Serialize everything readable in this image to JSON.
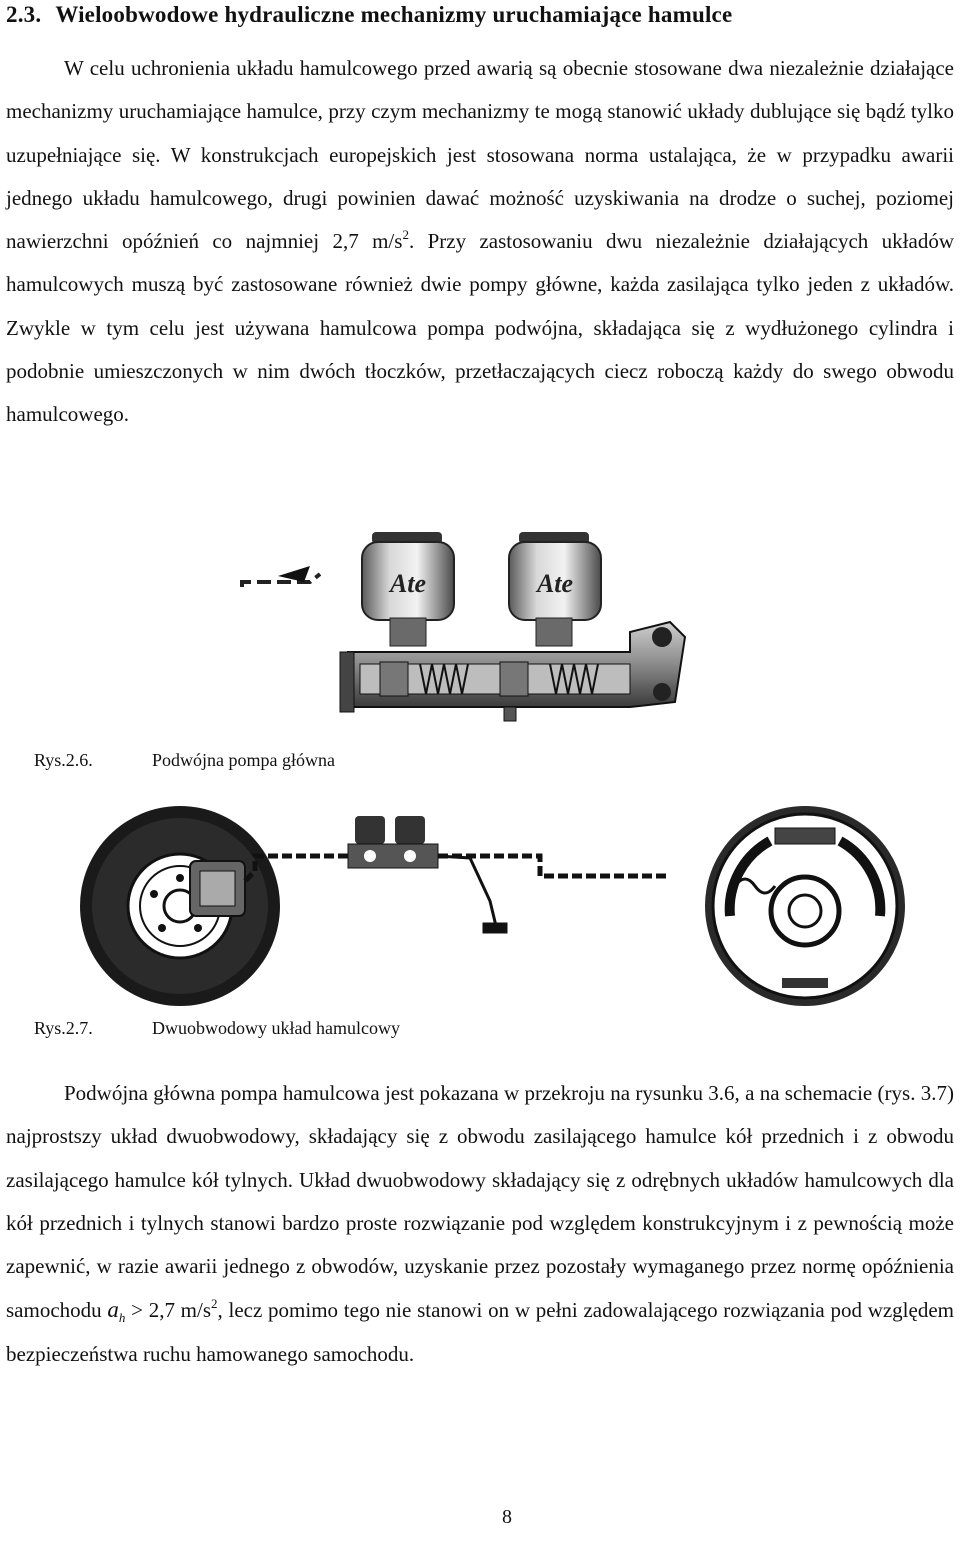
{
  "heading": {
    "number": "2.3.",
    "title": "Wieloobwodowe hydrauliczne mechanizmy uruchamiające hamulce"
  },
  "paragraph1": {
    "part1": "W celu uchronienia układu hamulcowego przed awarią są obecnie stosowane dwa niezależnie działające mechanizmy uruchamiające hamulce, przy czym mechanizmy te mogą stanowić układy dublujące się bądź tylko uzupełniające się. W konstrukcjach europejskich jest stosowana norma ustalająca, że w przypadku awarii jednego układu hamulcowego, drugi powinien dawać możność uzyskiwania na drodze o suchej, poziomej nawierzchni opóźnień co najmniej 2,7 m/s",
    "sup": "2",
    "part2": ". Przy zastosowaniu dwu niezależnie działających układów hamulcowych muszą być zastosowane również dwie pompy główne, każda zasilająca tylko jeden z układów. Zwykle w tym celu jest używana hamulcowa pompa podwójna, składająca się z wydłużonego cylindra i podobnie umieszczonych w nim dwóch tłoczków, przetłaczających ciecz roboczą każdy do swego obwodu hamulcowego."
  },
  "figure1": {
    "caption_number": "Rys.2.6.",
    "caption_text": "Podwójna pompa główna",
    "logo_left": "Ate",
    "logo_right": "Ate"
  },
  "figure2": {
    "caption_number": "Rys.2.7.",
    "caption_text": "Dwuobwodowy układ hamulcowy"
  },
  "paragraph2": {
    "part1": "Podwójna główna pompa hamulcowa jest pokazana w przekroju na rysunku 3.6, a na schemacie (rys. 3.7) najprostszy układ dwuobwodowy, składający się z obwodu zasilającego hamulce kół przednich i z obwodu zasilającego hamulce kół tylnych. Układ dwuobwodowy składający się z odrębnych układów hamulcowych dla kół przednich i tylnych stanowi bardzo proste rozwiązanie pod względem konstrukcyjnym i z pewnością może zapewnić, w razie awarii jednego z obwodów, uzyskanie przez pozostały wymaganego przez normę opóźnienia samochodu ",
    "var": "a",
    "var_sub": "h",
    "part2": " > 2,7 m/s",
    "sup": "2",
    "part3": ", lecz pomimo tego nie stanowi on w pełni zadowalającego rozwiązania pod względem bezpieczeństwa ruchu hamowanego samochodu."
  },
  "page_number": "8"
}
